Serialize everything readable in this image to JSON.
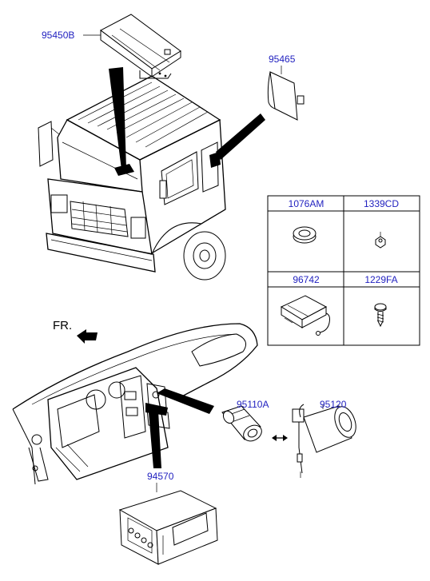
{
  "callouts": {
    "p95450B": "95450B",
    "p95465": "95465",
    "p95110A": "95110A",
    "p95120": "95120",
    "p94570": "94570"
  },
  "direction": {
    "label": "FR."
  },
  "parts_table": {
    "cells": [
      {
        "code": "1076AM",
        "icon": "grommet-icon"
      },
      {
        "code": "1339CD",
        "icon": "nut-icon"
      },
      {
        "code": "96742",
        "icon": "module-box-icon"
      },
      {
        "code": "1229FA",
        "icon": "screw-icon"
      }
    ]
  }
}
